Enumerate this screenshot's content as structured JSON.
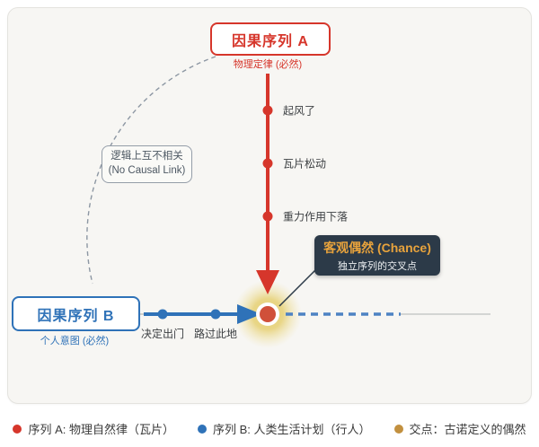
{
  "series_a": {
    "box_label": "因果序列 A",
    "subtitle": "物理定律 (必然)",
    "steps": [
      "起风了",
      "瓦片松动",
      "重力作用下落"
    ],
    "color": "#d6362b"
  },
  "series_b": {
    "box_label": "因果序列 B",
    "subtitle": "个人意图 (必然)",
    "steps": [
      "决定出门",
      "路过此地"
    ],
    "color": "#2f72b8"
  },
  "no_causal_link": {
    "line1": "逻辑上互不相关",
    "line2": "(No Causal Link)"
  },
  "chance": {
    "title": "客观偶然 (Chance)",
    "subtitle": "独立序列的交叉点",
    "accent_color": "#e8a33c",
    "bg_color": "#2c3a48"
  },
  "intersection": {
    "glow_color": "#e8d37c",
    "center_color": "#d0503a"
  },
  "legend": [
    {
      "color": "#d6362b",
      "label": "序列 A: 物理自然律（瓦片）"
    },
    {
      "color": "#2f72b8",
      "label": "序列 B: 人类生活计划（行人）"
    },
    {
      "color": "#c2903f",
      "label": "交点：古诺定义的偶然"
    }
  ]
}
